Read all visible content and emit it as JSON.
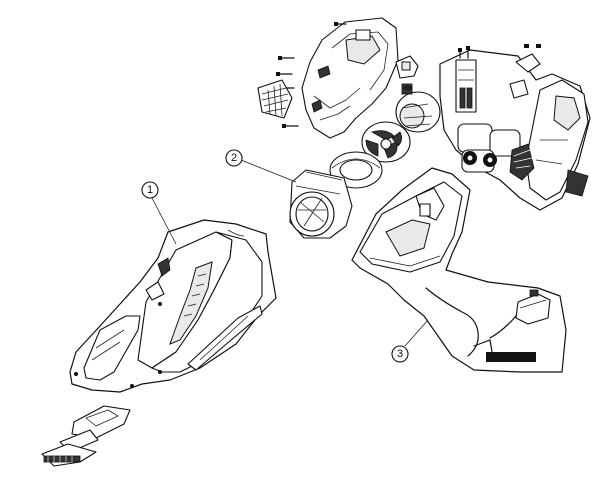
{
  "callouts": [
    {
      "id": "1",
      "label": "1"
    },
    {
      "id": "2",
      "label": "2"
    },
    {
      "id": "3",
      "label": "3"
    }
  ],
  "colors": {
    "ink": "#111111",
    "background": "#ffffff",
    "shade": "#e9e9e9"
  }
}
